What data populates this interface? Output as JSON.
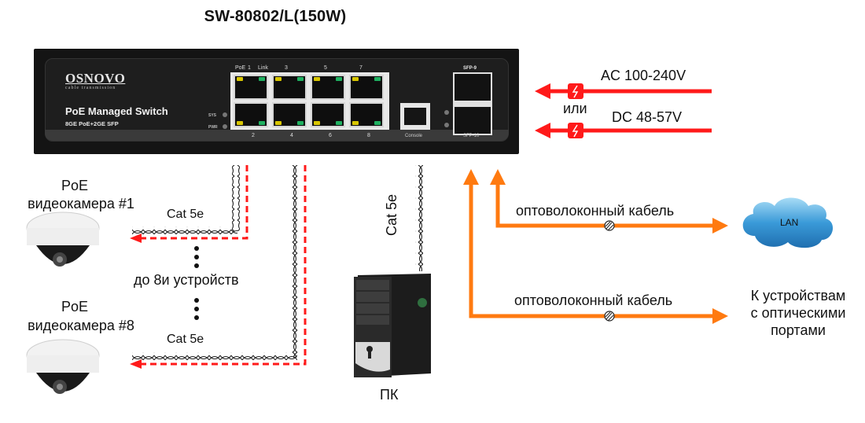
{
  "title": "SW-80802/L(150W)",
  "switch": {
    "brand": "OSNOVO",
    "brand_tagline": "cable transmission",
    "product_line": "PoE Managed Switch",
    "product_spec": "8GE PoE+2GE SFP",
    "leds": [
      "SYS",
      "PWR"
    ],
    "port_header_labels": [
      "PoE",
      "1",
      "Link",
      "3",
      "5",
      "7"
    ],
    "port_bottom_labels": [
      "2",
      "4",
      "6",
      "8"
    ],
    "console_label": "Console",
    "sfp_top_label": "SFP-9",
    "sfp_bottom_label": "SFP-10"
  },
  "power": {
    "ac_label": "AC 100-240V",
    "or_label": "или",
    "dc_label": "DC 48-57V",
    "color": "#ff1a1a"
  },
  "cameras": [
    {
      "line1": "PoE",
      "line2": "видеокамера #1",
      "cable_label": "Cat 5e"
    },
    {
      "line1": "PoE",
      "line2": "видеокамера #8",
      "cable_label": "Cat 5e"
    }
  ],
  "devices_note": "до 8и устройств",
  "pc": {
    "cable_label": "Cat 5e",
    "label": "ПК"
  },
  "fiber": {
    "color": "#ff7a10",
    "links": [
      {
        "label": "оптоволоконный кабель",
        "target": "LAN"
      },
      {
        "label": "оптоволоконный кабель",
        "target_lines": [
          "К устройствам",
          "с оптическими",
          "портами"
        ]
      }
    ]
  },
  "cloud_color": "#2b8fd0"
}
